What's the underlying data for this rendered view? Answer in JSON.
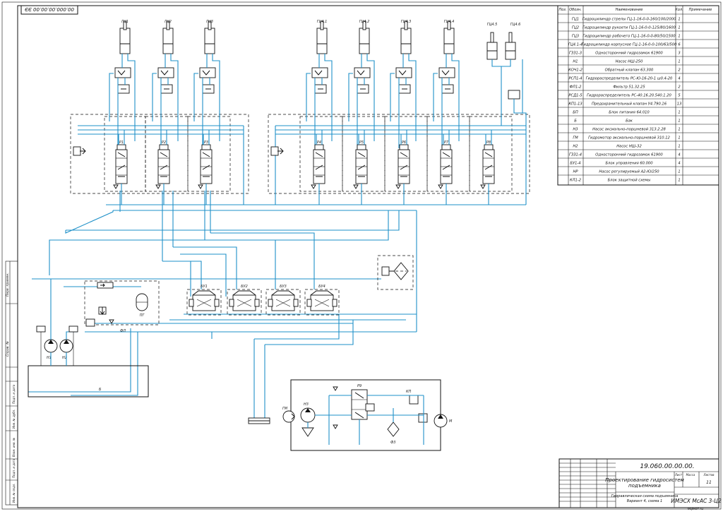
{
  "top_stamp": "00.000.00.00.00 ЭЭ",
  "labels": {
    "cyl_left": [
      "ГЦ1",
      "ГЦ2",
      "ГЦ3"
    ],
    "cyl_right": [
      "ГЦ4.1",
      "ГЦ4.2",
      "ГЦ4.3",
      "ГЦ4.4",
      "ГЦ4.5",
      "ГЦ4.6"
    ],
    "valves_left": [
      "Р1",
      "Р2",
      "Р3"
    ],
    "valves_right": [
      "Р4",
      "Р5",
      "Р6",
      "Р7",
      "Р8"
    ],
    "bottom_blocks": [
      "БУ1",
      "БУ2",
      "БУ3",
      "БУ4"
    ],
    "pumps": [
      "Н1",
      "Н2"
    ],
    "tank": "Б",
    "accumulator": "ПГ",
    "filter": "ФЛ",
    "lower_module": [
      "Н3",
      "ГМ",
      "Р9",
      "Ф3",
      "КП",
      "М"
    ]
  },
  "parts_table": {
    "headers": [
      "Поз.",
      "Обозн.",
      "Наименование",
      "Кол.",
      "Примечание"
    ],
    "rows": [
      {
        "pos": "ГЦ1",
        "name": "Гидроцилиндр стрелы ГЦ-1-16-0-0-160/100/2000",
        "qty": "1"
      },
      {
        "pos": "ГЦ2",
        "name": "Гидроцилиндр рукояти ГЦ-1-16-0-0-125/80/1600",
        "qty": "1"
      },
      {
        "pos": "ГЦ3",
        "name": "Гидроцилиндр рабочего ГЦ-1-16-0-0-80/50/1500",
        "qty": "1"
      },
      {
        "pos": "ГЦ4.1-4",
        "name": "Гидроцилиндр корпусное ГЦ-1-16-0-0-100/63/500",
        "qty": "6"
      },
      {
        "pos": "ГЗЗ1-3",
        "name": "Односторонний гидрозамок 61900",
        "qty": "3"
      },
      {
        "pos": "Н1",
        "name": "Насос НШ-250",
        "qty": "1"
      },
      {
        "pos": "КОЧ1-2",
        "name": "Обратный клапан 63.300",
        "qty": "2"
      },
      {
        "pos": "РСП1-4",
        "name": "Гидрораспределитель РС-Ю-16-20-1 ш0.4-20",
        "qty": "4"
      },
      {
        "pos": "ФЛ1-2",
        "name": "Фильтр 51.32.25",
        "qty": "2"
      },
      {
        "pos": "РСД1-5",
        "name": "Гидрораспределитель РС-40.16.20.540.1.20",
        "qty": "5"
      },
      {
        "pos": "КП1-13",
        "name": "Предохранительный клапан У4.790.16",
        "qty": "13"
      },
      {
        "pos": "БП",
        "name": "Блок питания 64.010",
        "qty": "1"
      },
      {
        "pos": "Б",
        "name": "Бак",
        "qty": "1"
      },
      {
        "pos": "Н3",
        "name": "Насос аксиально-поршневой 313.2.28",
        "qty": "1"
      },
      {
        "pos": "ГМ",
        "name": "Гидромотор аксиально-поршневой 310.12",
        "qty": "1"
      },
      {
        "pos": "Н2",
        "name": "Насос НШ-32",
        "qty": "1"
      },
      {
        "pos": "ГЗЗ1-4",
        "name": "Односторонний гидрозамок 61900",
        "qty": "4"
      },
      {
        "pos": "БУ1-4",
        "name": "Блок управления 60.000",
        "qty": "4"
      },
      {
        "pos": "НР",
        "name": "Насос регулируемый А2-Ю/250",
        "qty": "1"
      },
      {
        "pos": "КЛ1-2",
        "name": "Блок защитной схемы",
        "qty": "1"
      }
    ]
  },
  "title_block": {
    "code": "19.060.00.00.00.",
    "title": "Проектирование гидросистем подъемника",
    "subtitle": "Гидравлическая схема подъемника Вариант 4, схема 1",
    "org": "ИМЭСХ МсАС 3-Ц2",
    "sheet_label": "Лист",
    "sheets_label": "Листов",
    "sheets": "11",
    "scale_label": "Масса",
    "format": "Формат А1"
  },
  "side_stamps": [
    "Перв. примен.",
    "Справ. №",
    "Подп. и дата",
    "Инв. № дубл.",
    "Взам. инв. №",
    "Подп. и дата",
    "Инв. № подл."
  ]
}
